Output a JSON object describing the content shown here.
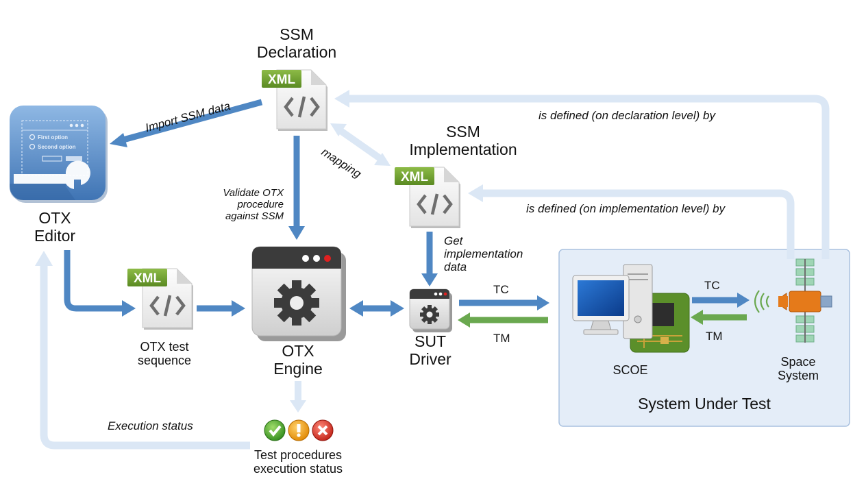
{
  "nodes": {
    "ssm_declaration": {
      "title_lines": [
        "SSM",
        "Declaration"
      ],
      "file_tag": "XML"
    },
    "ssm_implementation": {
      "title_lines": [
        "SSM",
        "Implementation"
      ],
      "file_tag": "XML"
    },
    "otx_editor": {
      "title_lines": [
        "OTX",
        "Editor"
      ],
      "options": [
        "First option",
        "Second option"
      ]
    },
    "otx_test_sequence": {
      "title_lines": [
        "OTX test",
        "sequence"
      ],
      "file_tag": "XML"
    },
    "otx_engine": {
      "title_lines": [
        "OTX",
        "Engine"
      ]
    },
    "sut_driver": {
      "title_lines": [
        "SUT",
        "Driver"
      ]
    },
    "scoe": {
      "title": "SCOE"
    },
    "space_system": {
      "title_lines": [
        "Space",
        "System"
      ]
    },
    "system_under_test": {
      "title": "System Under Test"
    },
    "status": {
      "title_lines": [
        "Test procedures",
        "execution status"
      ]
    }
  },
  "edges": {
    "import_ssm": "Import SSM data",
    "mapping": "mapping",
    "validate_lines": [
      "Validate OTX",
      "procedure",
      "against SSM"
    ],
    "get_impl_lines": [
      "Get",
      "implementation",
      "data"
    ],
    "defined_declaration": "is defined (on declaration level) by",
    "defined_implementation": "is defined (on implementation level) by",
    "execution_status": "Execution status",
    "tc_driver": "TC",
    "tm_driver": "TM",
    "tc_scoe": "TC",
    "tm_scoe": "TM"
  },
  "colors": {
    "blue_arrow": "#4f87c3",
    "light_arrow": "#dbe7f5",
    "green_arrow": "#6aa84f",
    "sut_box": "#e4edf8",
    "xml_tag": "#6b9a31"
  }
}
